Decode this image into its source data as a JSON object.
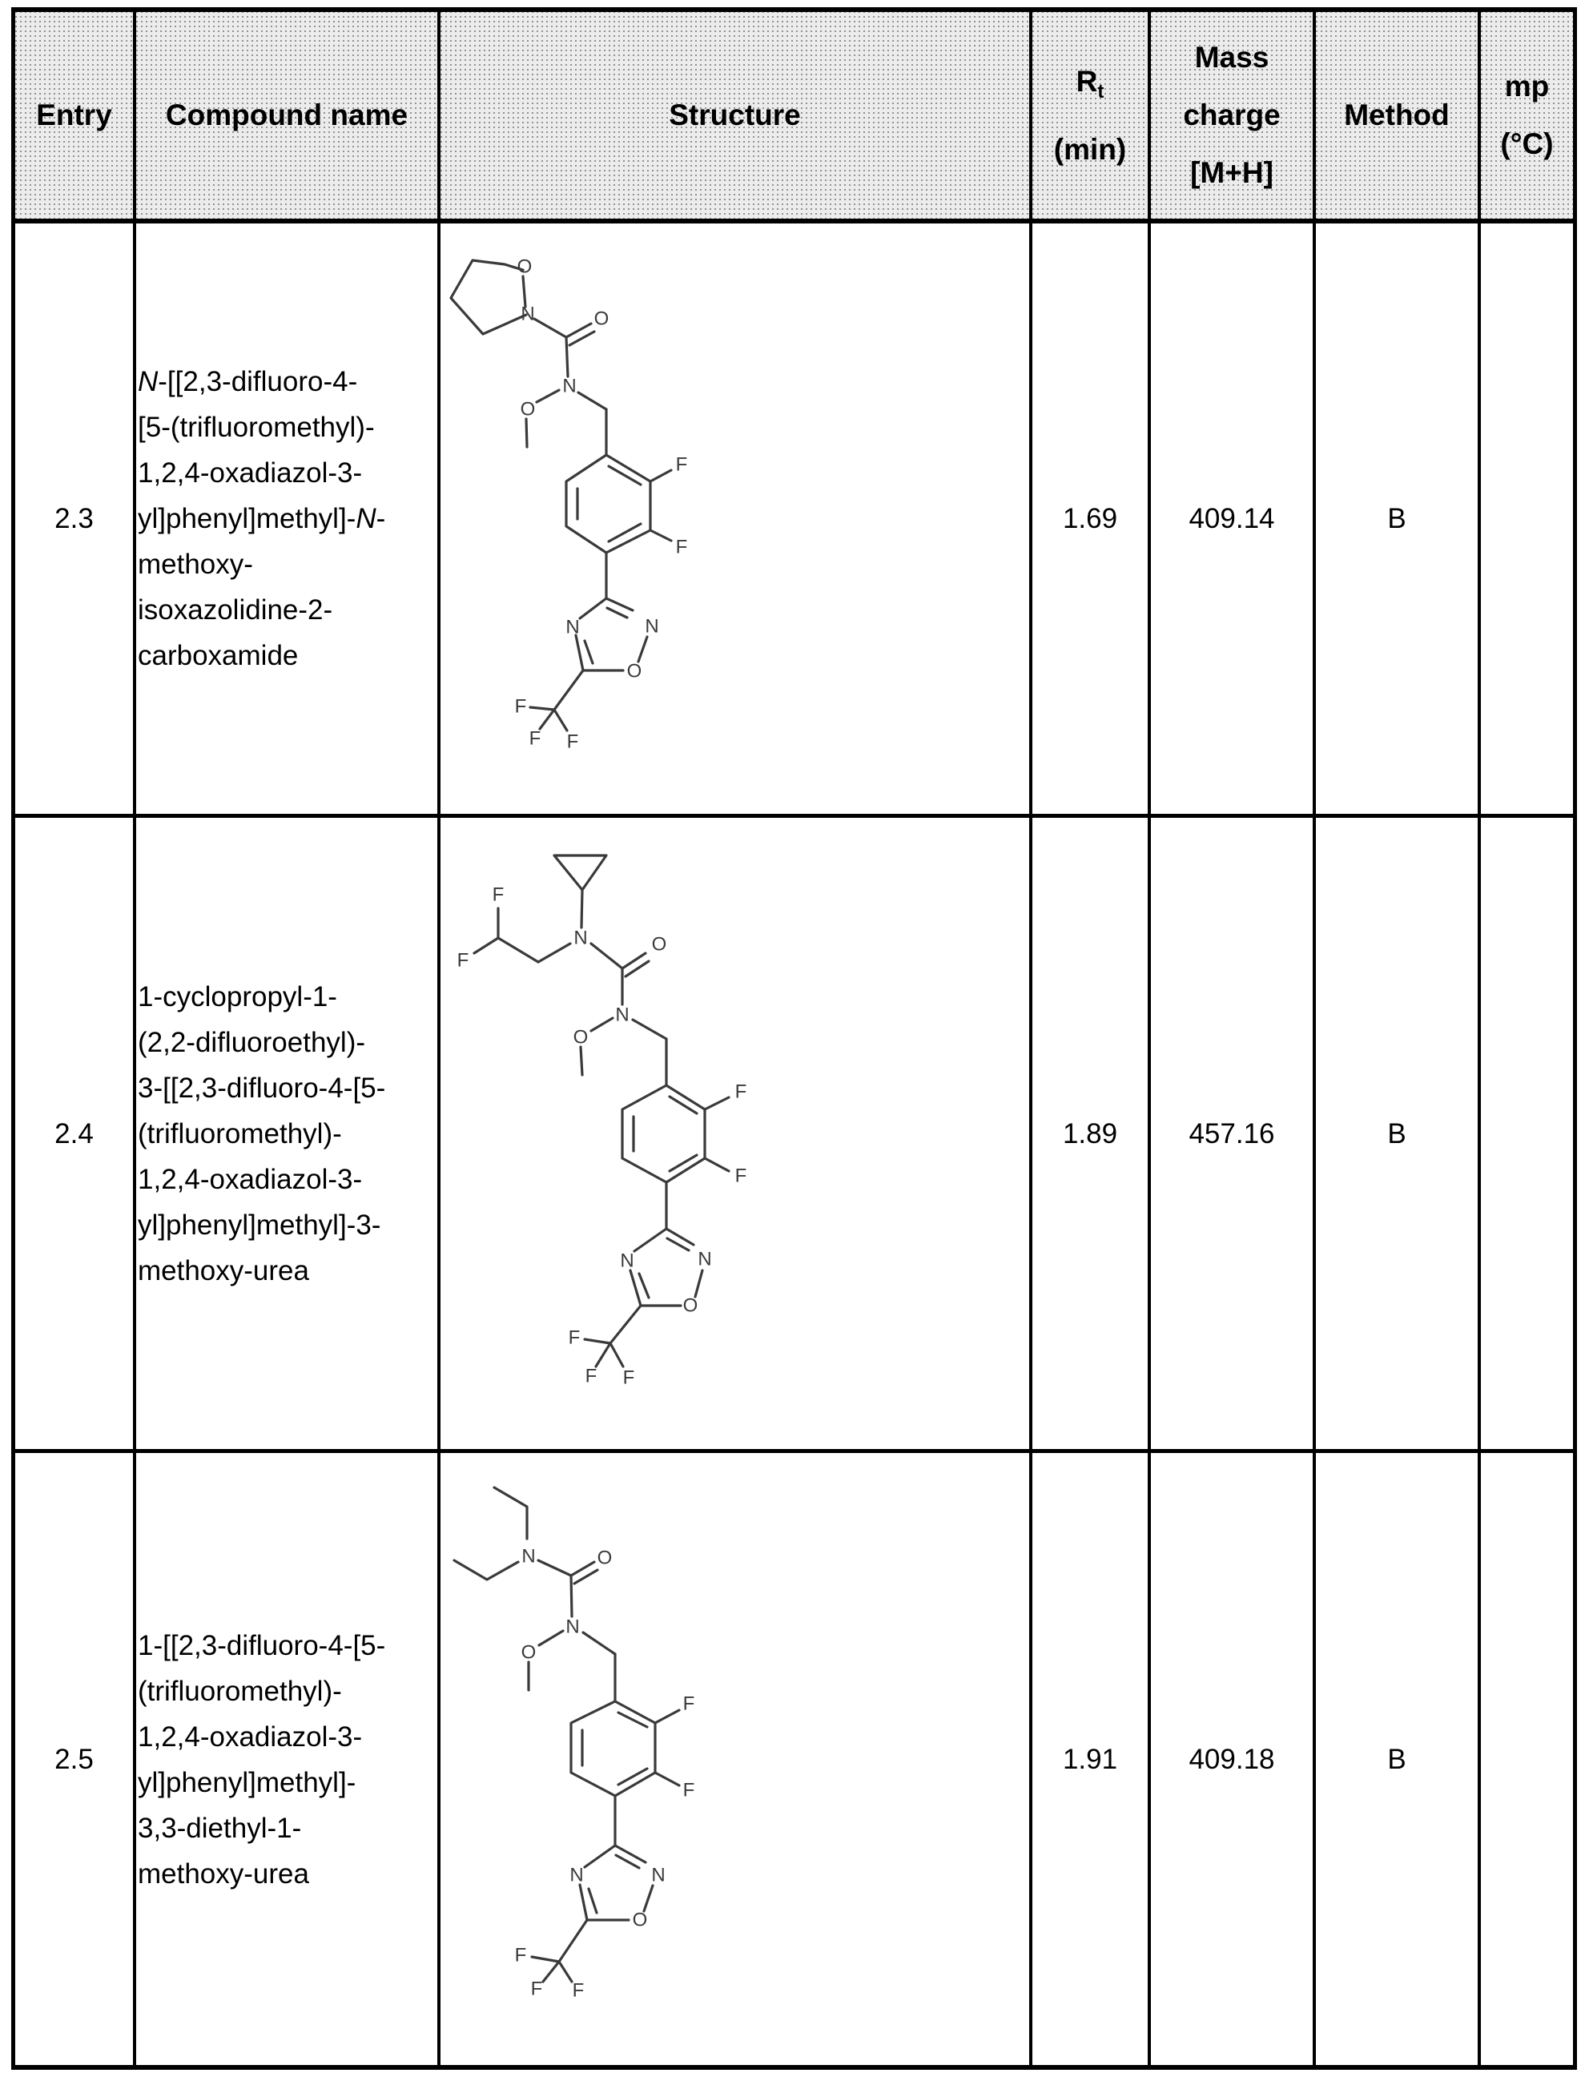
{
  "table": {
    "headers": {
      "entry": "Entry",
      "compound_name": "Compound name",
      "structure": "Structure",
      "rt_main": "R",
      "rt_sub": "t",
      "rt_unit": "(min)",
      "mass_line1": "Mass",
      "mass_line2": "charge",
      "mass_line3": "[M+H]",
      "method": "Method",
      "mp_line1": "mp",
      "mp_line2": "(°C)"
    },
    "rows": [
      {
        "entry": "2.3",
        "name_lines": [
          {
            "italic": "N",
            "text": "-[[2,3-difluoro-4-"
          },
          {
            "text": "[5-(trifluoromethyl)-"
          },
          {
            "text": "1,2,4-oxadiazol-3-"
          },
          {
            "text": "yl]phenyl]methyl]-",
            "italic_suffix": "N",
            "suffix": "-"
          },
          {
            "text": "methoxy-"
          },
          {
            "text": "isoxazolidine-2-"
          },
          {
            "text": "carboxamide"
          }
        ],
        "structure_icon": "isoxazolidine-carboxamide-structure",
        "rt": "1.69",
        "mass": "409.14",
        "method": "B",
        "mp": ""
      },
      {
        "entry": "2.4",
        "name_lines": [
          {
            "text": "1-cyclopropyl-1-"
          },
          {
            "text": "(2,2-difluoroethyl)-"
          },
          {
            "text": "3-[[2,3-difluoro-4-[5-"
          },
          {
            "text": "(trifluoromethyl)-"
          },
          {
            "text": "1,2,4-oxadiazol-3-"
          },
          {
            "text": "yl]phenyl]methyl]-3-"
          },
          {
            "text": "methoxy-urea"
          }
        ],
        "structure_icon": "cyclopropyl-difluoroethyl-urea-structure",
        "rt": "1.89",
        "mass": "457.16",
        "method": "B",
        "mp": ""
      },
      {
        "entry": "2.5",
        "name_lines": [
          {
            "text": "1-[[2,3-difluoro-4-[5-"
          },
          {
            "text": "(trifluoromethyl)-"
          },
          {
            "text": "1,2,4-oxadiazol-3-"
          },
          {
            "text": "yl]phenyl]methyl]-"
          },
          {
            "text": "3,3-diethyl-1-"
          },
          {
            "text": "methoxy-urea"
          }
        ],
        "structure_icon": "diethyl-methoxy-urea-structure",
        "rt": "1.91",
        "mass": "409.18",
        "method": "B",
        "mp": ""
      }
    ]
  },
  "structures": {
    "atom_labels": {
      "O": "O",
      "N": "N",
      "F": "F"
    }
  }
}
